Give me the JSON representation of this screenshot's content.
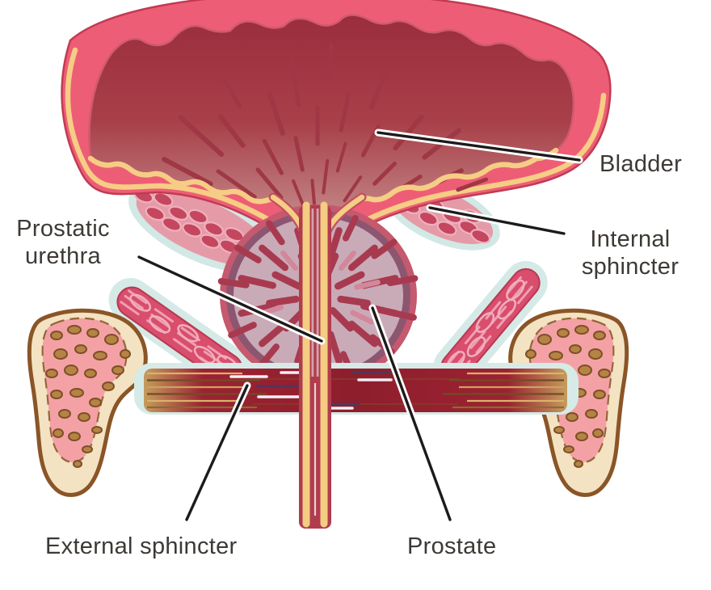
{
  "figure_labels": {
    "prostatic_urethra": "Prostatic\nurethra",
    "bladder": "Bladder",
    "internal_sphincter": "Internal\nsphincter",
    "external_sphincter": "External sphincter",
    "prostate": "Prostate"
  },
  "colors": {
    "bladder_wall_pink": "#ee5d76",
    "bladder_wall_stroke": "#c23a52",
    "mucosa_cream": "#f5cd84",
    "bladder_interior_dark": "#9b2d3c",
    "bladder_interior_light": "#e2bab1",
    "bladder_streak": "#9f3745",
    "prostate_outer_ring": "#c5596e",
    "prostate_plum_ring": "#8d5670",
    "prostate_fill": "#c9abb8",
    "prostate_streak": "#a83a50",
    "fascia_blue": "#d6ebe7",
    "internal_sphincter_muscle": "#e59aa8",
    "internal_sphincter_cell": "#c4465f",
    "diagonal_muscle": "#d84e6c",
    "external_sphincter_band": "#9c2232",
    "tendon_tan": "#c59c5e",
    "bone_outline": "#8a5527",
    "bone_fill": "#f3e3c2",
    "bone_marrow": "#f4a1a6",
    "marrow_blob": "#b58343",
    "urethra_yellow": "#f4cd82",
    "urethra_red": "#b13c4e",
    "pointer_line": "#1d1b1a",
    "label_text": "#3d3935"
  }
}
